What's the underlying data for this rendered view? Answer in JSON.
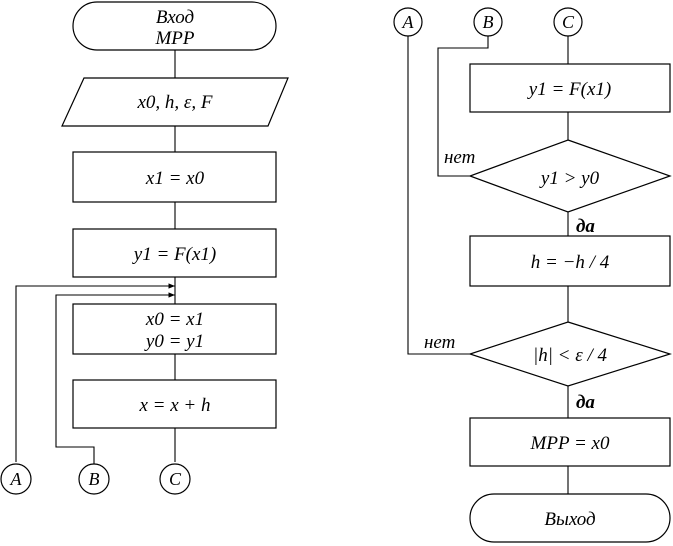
{
  "flowchart": {
    "left": {
      "start_line1": "Вход",
      "start_line2": "MPP",
      "input": "x0, h, ε, F",
      "assign_x1": "x1 = x0",
      "assign_y1": "y1 = F(x1)",
      "assign_x0_line1": "x0 = x1",
      "assign_x0_line2": "y0 = y1",
      "step_x": "x = x + h",
      "connectors": [
        "A",
        "B",
        "C"
      ]
    },
    "right": {
      "connectors": [
        "A",
        "B",
        "C"
      ],
      "assign_y1": "y1 = F(x1)",
      "cond_compare": "y1 > y0",
      "no_label_1": "нет",
      "yes_label_1": "да",
      "assign_h": "h = −h / 4",
      "cond_precision": "|h| < ε / 4",
      "no_label_2": "нет",
      "yes_label_2": "да",
      "result": "MPP = x0",
      "end": "Выход"
    }
  }
}
